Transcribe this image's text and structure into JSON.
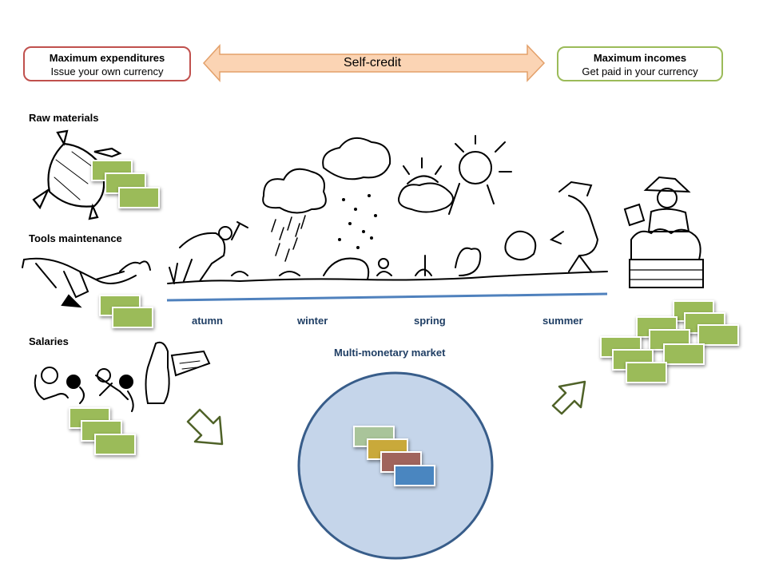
{
  "header": {
    "expenditures": {
      "title": "Maximum expenditures",
      "subtitle": "Issue your own currency"
    },
    "credit_label": "Self-credit",
    "incomes": {
      "title": "Maximum incomes",
      "subtitle": "Get paid in your currency"
    }
  },
  "categories": [
    "Raw materials",
    "Tools maintenance",
    "Salaries"
  ],
  "seasons": [
    "atumn",
    "winter",
    "spring",
    "summer"
  ],
  "market": {
    "title": "Multi-monetary market"
  },
  "colors": {
    "expenditures_border": "#c0504d",
    "incomes_border": "#9bbb59",
    "arrow_fill": "#fbd4b4",
    "arrow_stroke": "#e3a06a",
    "note_green": "#9bbb59",
    "season_line": "#4f81bd",
    "market_fill": "#c5d5ea",
    "market_stroke": "#385d8a",
    "outline_arrow": "#4f6228"
  },
  "icons": [
    "sack-sketch",
    "plough-sketch",
    "workers-sketch",
    "farming-seasons-sketch",
    "vendor-sketch",
    "arrow-down-right-icon",
    "arrow-up-right-icon"
  ]
}
